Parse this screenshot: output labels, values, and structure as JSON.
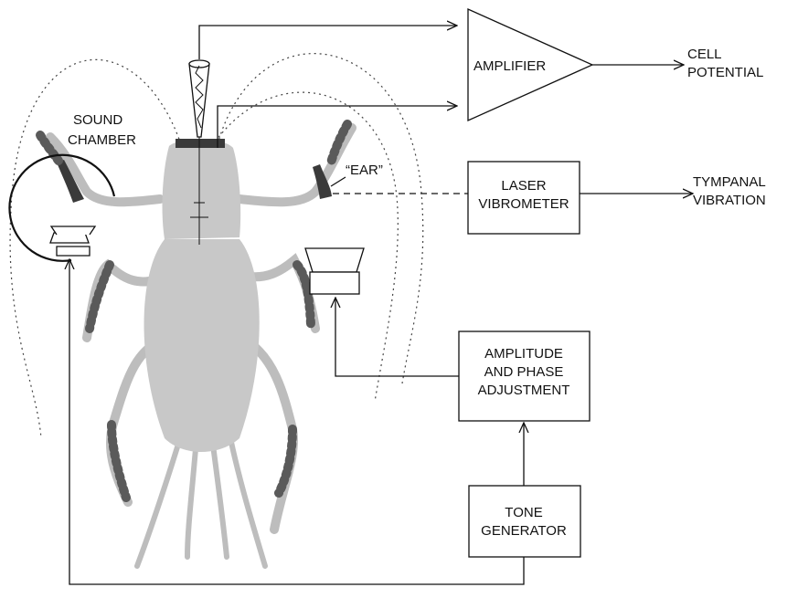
{
  "labels": {
    "sound_chamber_line1": "SOUND",
    "sound_chamber_line2": "CHAMBER",
    "ear": "“EAR”"
  },
  "boxes": {
    "amplifier": "AMPLIFIER",
    "laser_line1": "LASER",
    "laser_line2": "VIBROMETER",
    "amp_phase_line1": "AMPLITUDE",
    "amp_phase_line2": "AND PHASE",
    "amp_phase_line3": "ADJUSTMENT",
    "tone_line1": "TONE",
    "tone_line2": "GENERATOR"
  },
  "outputs": {
    "cell_line1": "CELL",
    "cell_line2": "POTENTIAL",
    "tymp_line1": "TYMPANAL",
    "tymp_line2": "VIBRATION"
  },
  "colors": {
    "line": "#111111",
    "insect_body": "#c8c8c8",
    "insect_markings": "#3a3a3a"
  }
}
